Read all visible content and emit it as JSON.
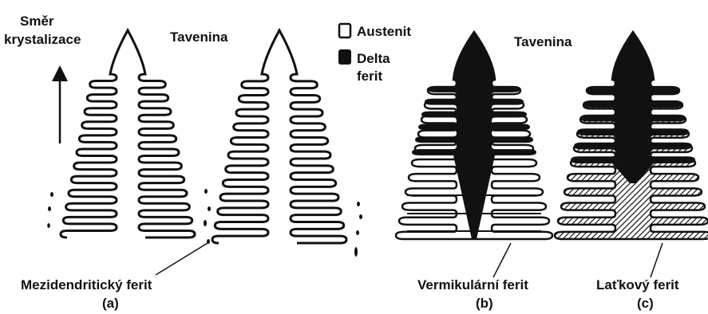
{
  "labels": {
    "direction": [
      "Směr",
      "krystalizace"
    ],
    "melt_a": "Tavenina",
    "melt_bc": "Tavenina",
    "interdendritic": "Mezidendritický ferit",
    "vermicular": "Vermikulární ferit",
    "lathy": "Laťkový ferit",
    "panel_a": "(a)",
    "panel_b": "(b)",
    "panel_c": "(c)"
  },
  "legend": {
    "austenite": "Austenit",
    "delta_ferrite": [
      "Delta",
      "ferit"
    ]
  },
  "colors": {
    "ink": "#111111",
    "background": "#ffffff"
  }
}
